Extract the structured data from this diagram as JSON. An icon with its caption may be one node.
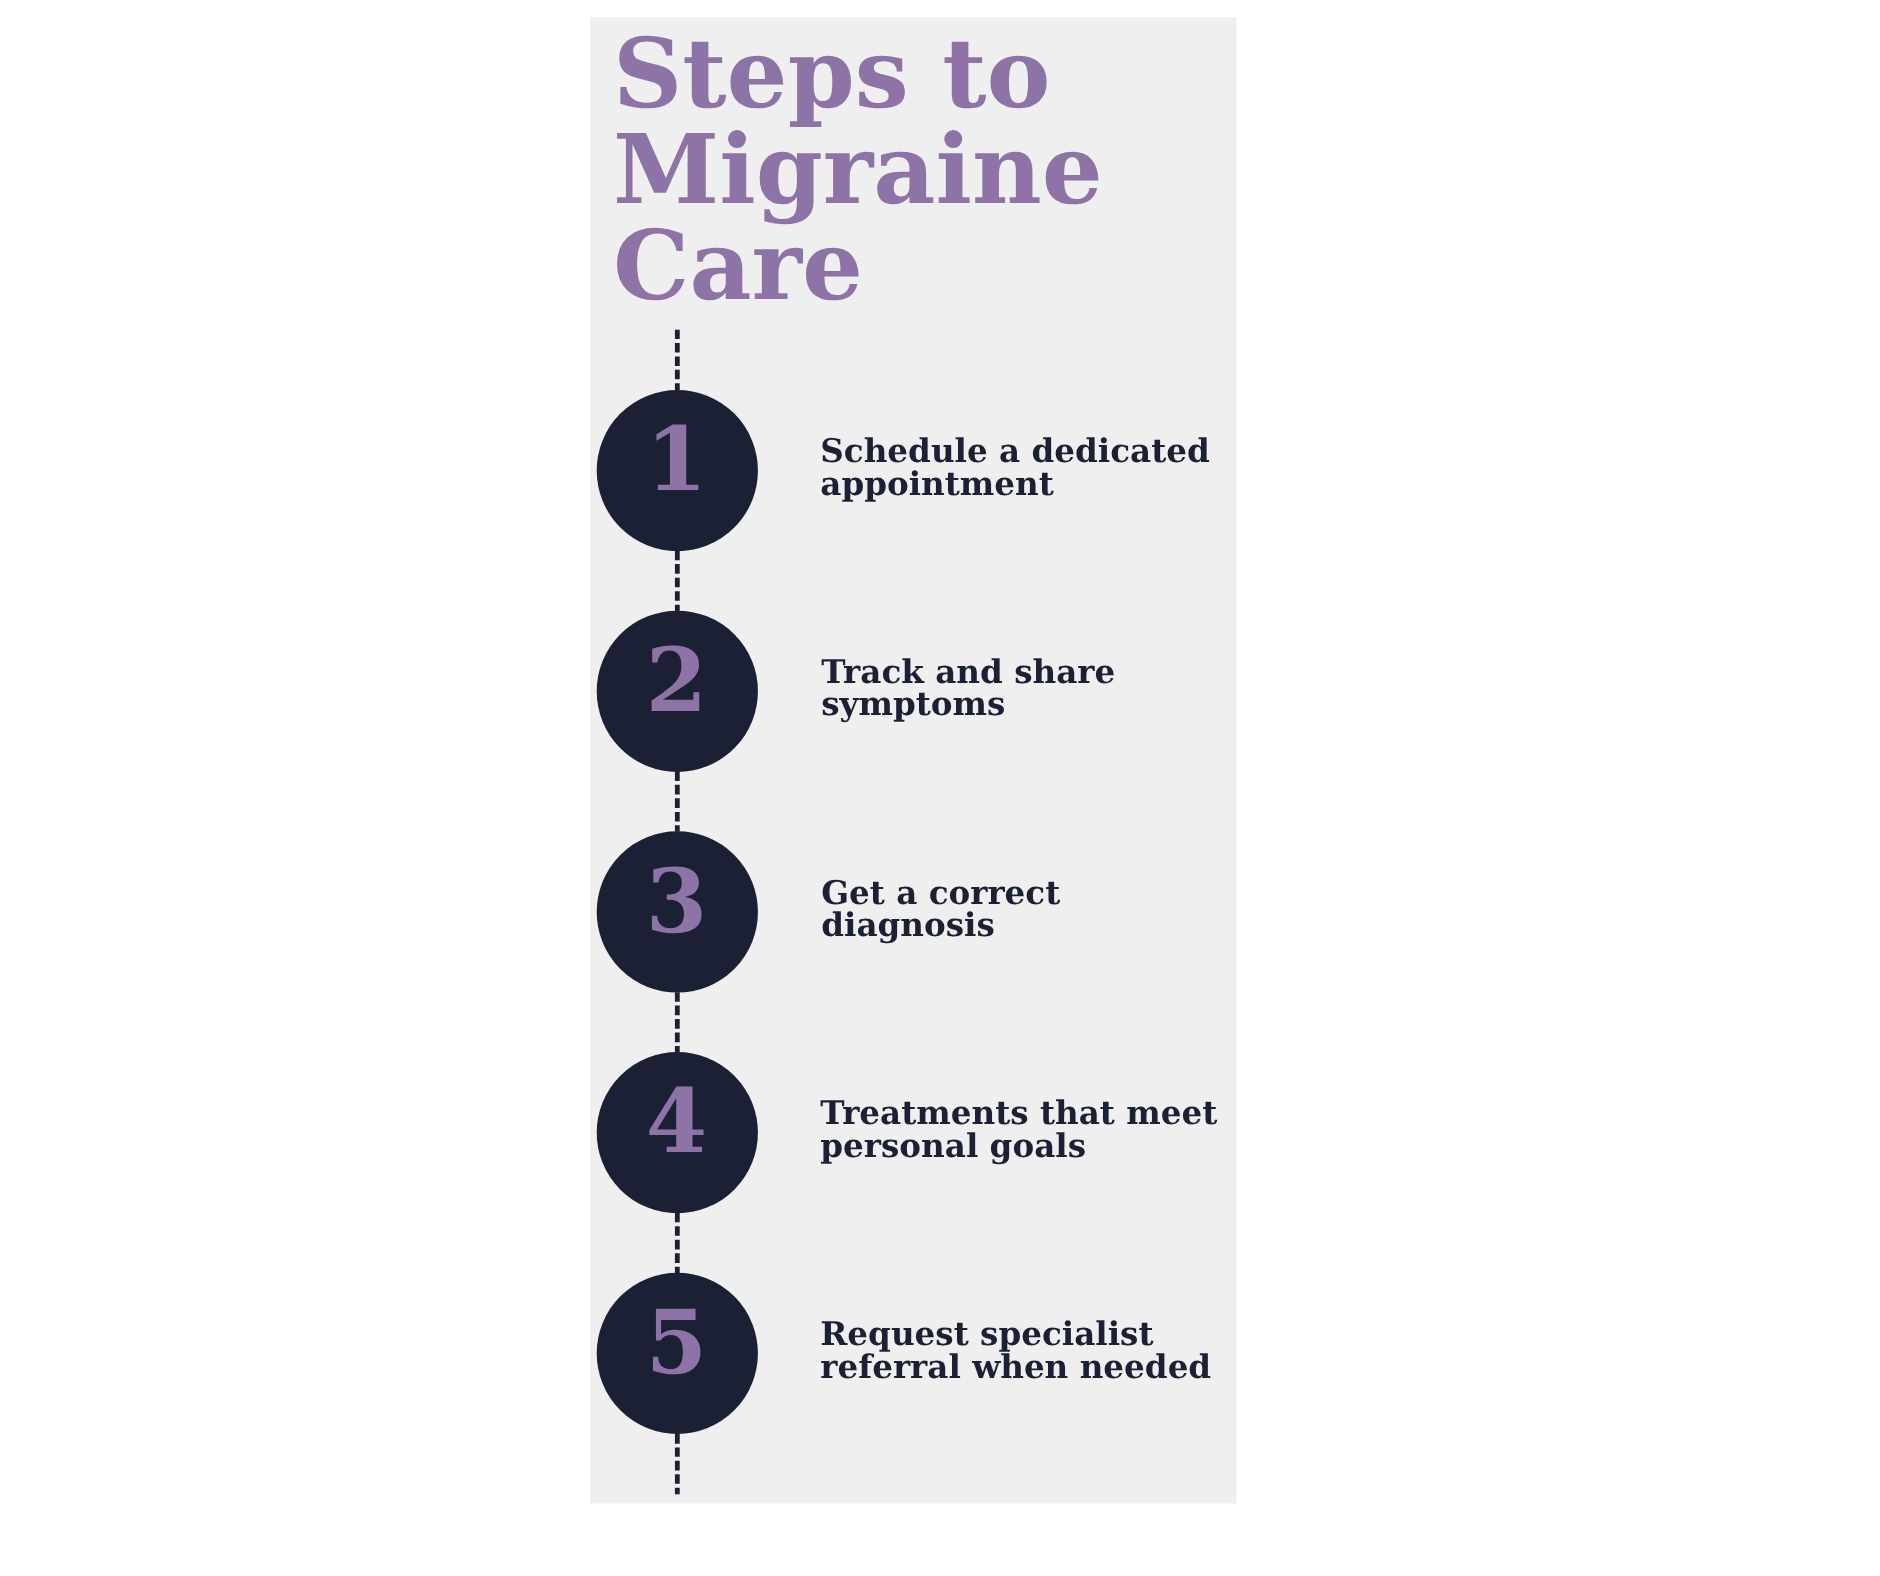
{
  "diagram": {
    "title": "Steps to Migraine Care",
    "nodes": [
      {
        "text": [
          "1"
        ],
        "beside": [
          "Schedule a dedicated appointment"
        ]
      },
      {
        "text": [
          "2"
        ],
        "beside": [
          "Track and share symptoms"
        ]
      },
      {
        "text": [
          "3"
        ],
        "beside": [
          "Get a correct diagnosis"
        ]
      },
      {
        "text": [
          "4"
        ],
        "beside": [
          "Treatments that meet personal goals"
        ]
      },
      {
        "text": [
          "5"
        ],
        "beside": [
          "Request specialist referral when needed"
        ]
      }
    ],
    "edges": [
      {
        "from": null,
        "to": 0,
        "arrow": "none",
        "style": "dashed"
      },
      {
        "from": 0,
        "to": 1,
        "arrow": "none",
        "style": "dashed"
      },
      {
        "from": 1,
        "to": 2,
        "arrow": "none",
        "style": "dashed"
      },
      {
        "from": 2,
        "to": 3,
        "arrow": "none",
        "style": "dashed"
      },
      {
        "from": 3,
        "to": 4,
        "arrow": "none",
        "style": "dashed"
      },
      {
        "from": 4,
        "to": null,
        "arrow": "none",
        "style": "dashed"
      }
    ]
  }
}
